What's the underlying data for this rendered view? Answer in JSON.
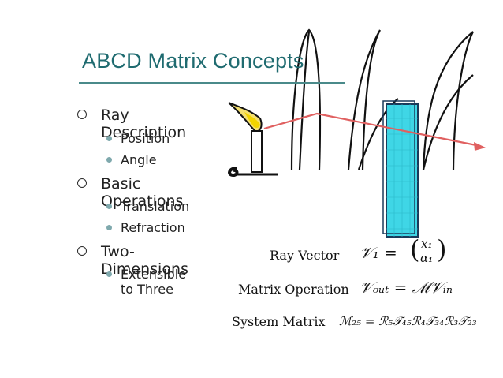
{
  "slide": {
    "title": "ABCD Matrix Concepts",
    "bullets": [
      {
        "text": "Ray Description",
        "sub": [
          "Position",
          "Angle"
        ]
      },
      {
        "text": "Basic Operations",
        "sub": [
          "Translation",
          "Refraction"
        ]
      },
      {
        "text": "Two-Dimensions",
        "sub": [
          "Extensible to Three"
        ]
      }
    ],
    "labels": {
      "ray_vector": "Ray Vector",
      "matrix_operation": "Matrix Operation",
      "system_matrix": "System Matrix"
    },
    "equations": {
      "ray_vector_lhs": "𝒱₁ =",
      "ray_vector_top": "x₁",
      "ray_vector_bottom": "α₁",
      "matrix_operation": "𝒱ₒᵤₜ = ℳ𝒱ᵢₙ",
      "system_matrix": "ℳ₂₅ = ℛ₅𝒯₄₅ℛ₄𝒯₃₄ℛ₃𝒯₂₃"
    },
    "colors": {
      "title": "#1f6b70",
      "ray": "#e06060",
      "glass": "#3fd6e6",
      "flame": "#f2d400"
    }
  }
}
